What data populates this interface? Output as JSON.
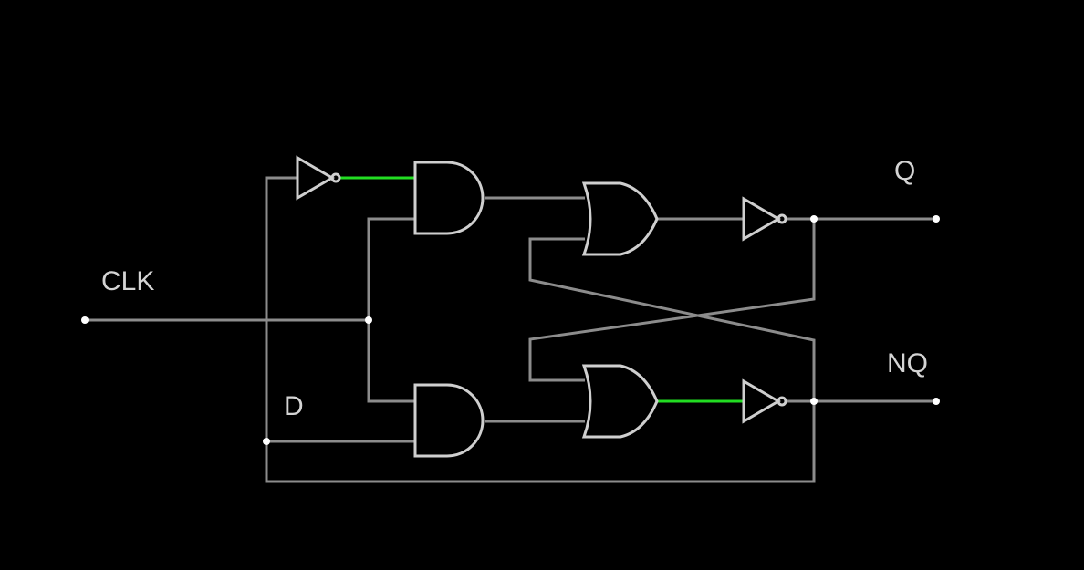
{
  "labels": {
    "clk": "CLK",
    "d": "D",
    "q": "Q",
    "nq": "NQ"
  },
  "colors": {
    "background": "#000000",
    "wire_idle": "#8c8c8c",
    "wire_active": "#22dd22",
    "gate_outline": "#cfcfcf",
    "node": "#ffffff",
    "label_text": "#d4d4d4"
  },
  "signals": {
    "not_d_output": "active",
    "lower_or_output": "active"
  }
}
